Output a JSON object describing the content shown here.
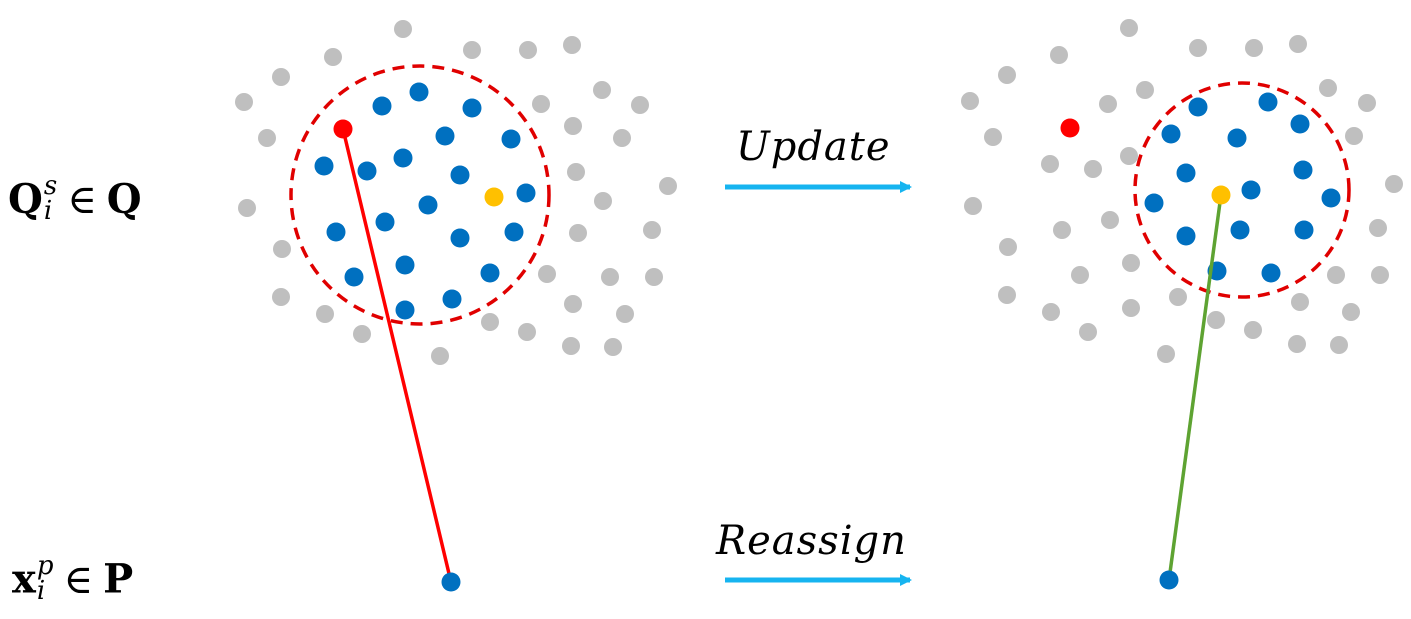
{
  "labels": {
    "query_set": {
      "symbol": "Q",
      "superscript": "s",
      "subscript": "i",
      "relation": "∈",
      "set": "Q"
    },
    "point": {
      "symbol": "x",
      "superscript": "p",
      "subscript": "i",
      "relation": "∈",
      "set": "P"
    }
  },
  "steps": {
    "update": "Update",
    "reassign": "Reassign"
  },
  "colors": {
    "background_point": "#bfbfbf",
    "neighbor_point": "#0070c0",
    "selected_point": "#ff0000",
    "center_point": "#ffc000",
    "circle": "#e00000",
    "old_assignment_line": "#ff0000",
    "new_assignment_line": "#5ea332",
    "arrow": "#16b4f0"
  }
}
